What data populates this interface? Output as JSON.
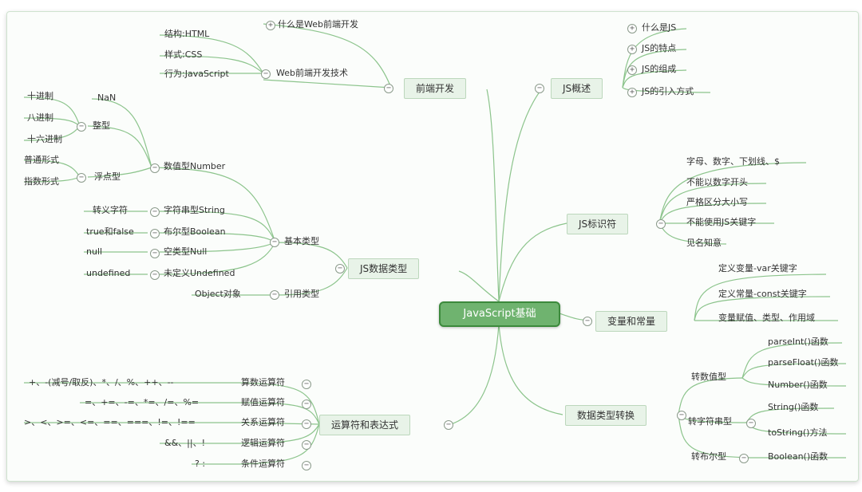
{
  "root": "JavaScript基础",
  "branches": {
    "frontend": {
      "label": "前端开发",
      "c1": "什么是Web前端开发",
      "c2": "Web前端开发技术",
      "leaves": [
        "结构:HTML",
        "样式:CSS",
        "行为:JavaScript"
      ]
    },
    "overview": {
      "label": "JS概述",
      "items": [
        "什么是JS",
        "JS的特点",
        "JS的组成",
        "JS的引入方式"
      ]
    },
    "identifier": {
      "label": "JS标识符",
      "items": [
        "字母、数字、下划线、$",
        "不能以数字开头",
        "严格区分大小写",
        "不能使用JS关键字",
        "见名知意"
      ]
    },
    "variables": {
      "label": "变量和常量",
      "items": [
        "定义变量-var关键字",
        "定义常量-const关键字",
        "变量赋值、类型、作用域"
      ]
    },
    "conversion": {
      "label": "数据类型转换",
      "num_label": "转数值型",
      "num_items": [
        "parseInt()函数",
        "parseFloat()函数",
        "Number()函数"
      ],
      "str_label": "转字符串型",
      "str_items": [
        "String()函数",
        "toString()方法"
      ],
      "bool_label": "转布尔型",
      "bool_item": "Boolean()函数"
    },
    "datatypes": {
      "label": "JS数据类型",
      "basic": "基本类型",
      "ref": "引用类型",
      "ref_leaf": "Object对象",
      "number": "数值型Number",
      "nan": "NaN",
      "integer": "整型",
      "int_items": [
        "十进制",
        "八进制",
        "十六进制"
      ],
      "float": "浮点型",
      "float_items": [
        "普通形式",
        "指数形式"
      ],
      "others": [
        {
          "label": "字符串型String",
          "leaf": "转义字符"
        },
        {
          "label": "布尔型Boolean",
          "leaf": "true和false"
        },
        {
          "label": "空类型Null",
          "leaf": "null"
        },
        {
          "label": "未定义Undefined",
          "leaf": "undefined"
        }
      ]
    },
    "operators": {
      "label": "运算符和表达式",
      "items": [
        {
          "label": "算数运算符",
          "leaf": "+、-(减号/取反)、*、/、%、++、--"
        },
        {
          "label": "赋值运算符",
          "leaf": "=、+=、-=、*=、/=、%="
        },
        {
          "label": "关系运算符",
          "leaf": ">、<、>=、<=、==、===、!=、!=="
        },
        {
          "label": "逻辑运算符",
          "leaf": "&&、||、!"
        },
        {
          "label": "条件运算符",
          "leaf": "? :"
        }
      ]
    }
  }
}
